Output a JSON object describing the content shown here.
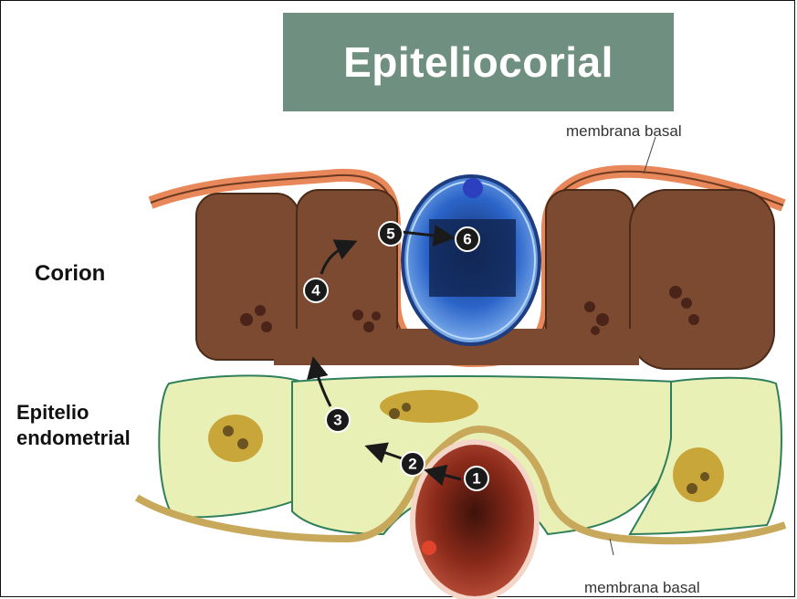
{
  "title": "Epiteliocorial",
  "labels": {
    "corion": "Corion",
    "epitelio_line1": "Epitelio",
    "epitelio_line2": "endometrial",
    "membrana_top": "membrana basal",
    "membrana_bottom": "membrana basal"
  },
  "steps": [
    "1",
    "2",
    "3",
    "4",
    "5",
    "6"
  ],
  "colors": {
    "title_bg": "#6f8f80",
    "chorion_cells": "#7b4a31",
    "membrane_orange": "#e8875a",
    "endometrium": "#e9f0b6",
    "endometrium_outline": "#2f7f5a",
    "vessel_blue": "#2b64c9",
    "capillary_red": "#8a2a1a",
    "basal_tan": "#c8a85a"
  }
}
